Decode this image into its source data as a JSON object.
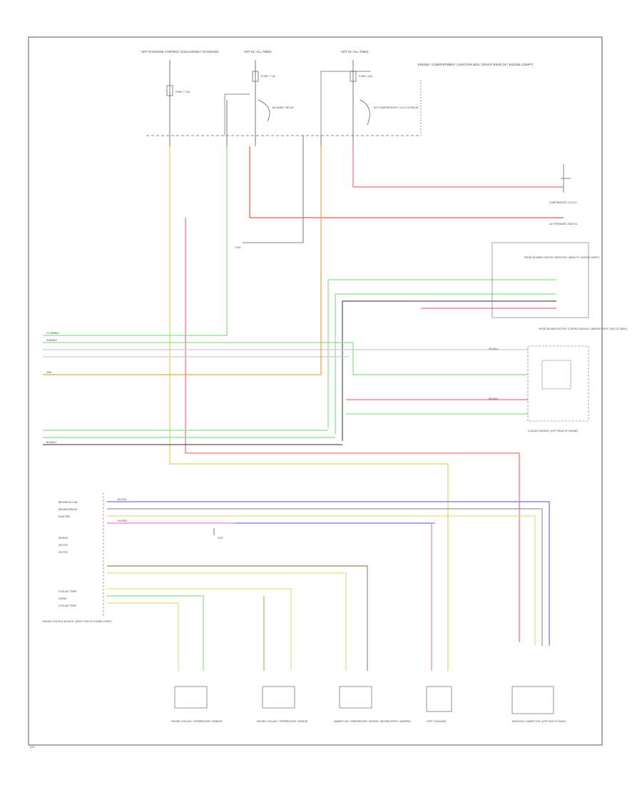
{
  "diagram": {
    "footer_code": "(1/2)",
    "top_feeds": {
      "feed_a": "HOT IN ENGINE CONTROL / EXCLUSIVELY STANDARD",
      "feed_b": "HOT IN / ALL TIMES",
      "feed_c": "HOT IN / ALL TIMES",
      "junction_box": "ENGINE / COMPARTMENT / JUNCTION BOX / (RIGHT REAR OF / ENGINE COMPT)"
    },
    "fuses": {
      "fuse_a": "FUSE / 7.5A",
      "fuse_b": "FUSE / 7.5A",
      "relay_b": "BLOWER / RELAY",
      "fuse_c": "FUSE / 10A",
      "relay_c": "A/C COMPRESSOR / CLUTCH RELAY"
    },
    "components": {
      "compressor_clutch": "COMPRESSOR / CLUTCH",
      "pressure_switch": "A/C PRESSURE / SWITCH",
      "blower_resistor": "FRONT BLOWER / MOTOR / RESISTOR / (REAR OF / ENGINE COMPT)",
      "blower_motor": "FRONT BLOWER MOTOR / CONTROL MODULE / (BEHIND RIGHT / SIDE OF DASH)",
      "coolant_sensor": "COOLANT SENSOR / (LEFT REAR OF ENGINE)",
      "ecm": "ENGINE CONTROL MODULE / (RIGHT SIDE OF ENGINE COMPT)",
      "bottom_1": "ENGINE COOLANT / TEMPERATURE / SENSOR",
      "bottom_2": "ENGINE COOLANT / TEMPERATURE / SENSOR",
      "bottom_3": "AMBIENT AIR / TEMPERATURE / SENSOR / (BEHIND FRONT / BUMPER)",
      "bottom_4": "STEP / SOLENOID",
      "bottom_5": "DATA LINK / CONNECTOR / (LEFT SIDE OF DASH)"
    },
    "grounds": {
      "g1": "G101",
      "g2": "G102"
    },
    "wire_labels": {
      "w_dkgrn": "LT GRN/BLK",
      "w_grn": "GRN/WHT",
      "w_yel": "YEL/BLU",
      "w_red": "RED/BLK",
      "w_orn": "ORN",
      "w_blk": "BLK/WHT",
      "w_vio": "VIO/RED",
      "w_blu": "BLU/YEL"
    },
    "ecm_pins": [
      "BROWN/YELLOW",
      "BROWN/GRN/YEL",
      "DATA PWR",
      "SENSOR",
      "SIG RTN",
      "SIG RTN",
      "COOLANT TEMP",
      "SIGNAL",
      "COOLANT TEMP"
    ]
  }
}
